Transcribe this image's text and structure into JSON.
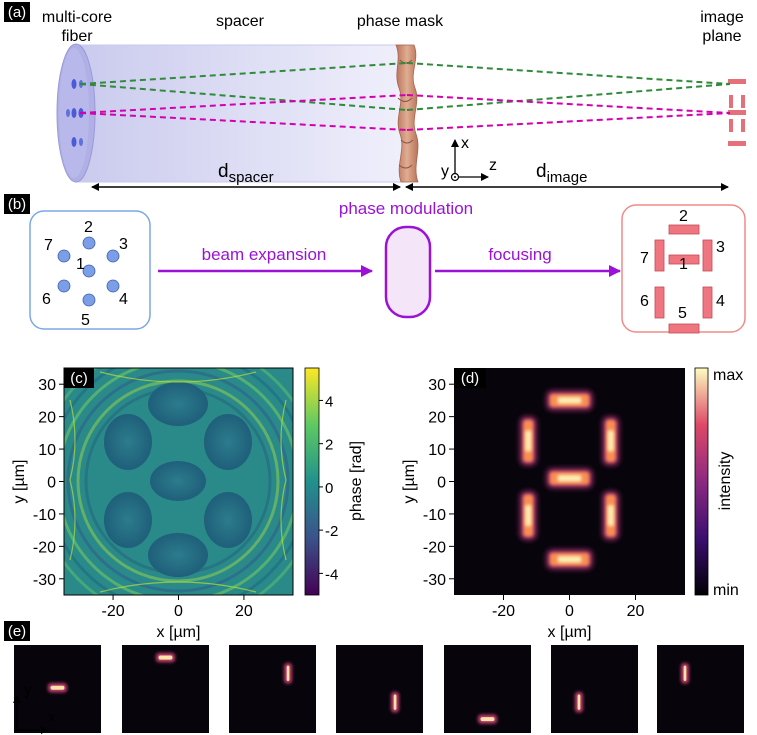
{
  "panels": {
    "a": {
      "tag": "(a)",
      "labels": {
        "fiber": [
          "multi-core",
          "fiber"
        ],
        "spacer": "spacer",
        "mask": "phase mask",
        "image_plane": [
          "image",
          "plane"
        ],
        "d_spacer": {
          "base": "d",
          "sub": "spacer"
        },
        "d_image": {
          "base": "d",
          "sub": "image"
        },
        "axis_x": "x",
        "axis_y": "y",
        "axis_z": "z"
      },
      "colors": {
        "beam_top": "#2e8b3a",
        "beam_mid": "#d400b0",
        "cylinder": "#c9c9ef",
        "core": "#4a5ad8",
        "mask": "#c48a70",
        "segment": "#e6707a"
      }
    },
    "b": {
      "tag": "(b)",
      "steps": [
        "beam expansion",
        "phase modulation",
        "focusing"
      ],
      "core_labels": [
        "1",
        "2",
        "3",
        "4",
        "5",
        "6",
        "7"
      ],
      "segment_labels": [
        "1",
        "2",
        "3",
        "4",
        "5",
        "6",
        "7"
      ],
      "colors": {
        "left_box": "#7aa8e6",
        "right_box": "#f08a8a",
        "arrow": "#9b12d6",
        "core": "#7b9ee6",
        "segment": "#ef7580"
      }
    },
    "c": {
      "tag": "(c)",
      "colorbar_label": "phase [rad]",
      "colorbar_ticks": [
        "4",
        "2",
        "0",
        "-2",
        "-4"
      ],
      "colormap": "viridis"
    },
    "d": {
      "tag": "(d)",
      "colorbar_label": "intensity",
      "colorbar_max": "max",
      "colorbar_min": "min",
      "colormap": "magma"
    },
    "e": {
      "tag": "(e)",
      "axis_x": "x",
      "axis_y": "y",
      "tiles": [
        "segment 1",
        "segment 2",
        "segment 3",
        "segment 4",
        "segment 5",
        "segment 6",
        "segment 7"
      ]
    }
  },
  "chart_data": [
    {
      "type": "heatmap",
      "panel": "c",
      "xlabel": "x [µm]",
      "ylabel": "y [µm]",
      "xlim": [
        -35,
        35
      ],
      "ylim": [
        -35,
        35
      ],
      "xticks": [
        -20,
        0,
        20
      ],
      "yticks": [
        30,
        20,
        10,
        0,
        -10,
        -20,
        -30
      ],
      "colorbar_label": "phase [rad]",
      "zlim": [
        -5,
        5.5
      ],
      "colorbar_ticks": [
        4,
        2,
        0,
        -2,
        -4
      ]
    },
    {
      "type": "heatmap",
      "panel": "d",
      "xlabel": "x [µm]",
      "ylabel": "y [µm]",
      "xlim": [
        -35,
        35
      ],
      "ylim": [
        -35,
        35
      ],
      "xticks": [
        -20,
        0,
        20
      ],
      "yticks": [
        30,
        20,
        10,
        0,
        -10,
        -20,
        -30
      ],
      "colorbar_label": "intensity",
      "colorbar_ticks": [
        "max",
        "min"
      ],
      "segments": [
        {
          "id": 2,
          "x": [
            -6,
            6
          ],
          "y": [
            23,
            27
          ]
        },
        {
          "id": 1,
          "x": [
            -6,
            6
          ],
          "y": [
            -1,
            3
          ]
        },
        {
          "id": 5,
          "x": [
            -6,
            6
          ],
          "y": [
            -26,
            -22
          ]
        },
        {
          "id": 7,
          "x": [
            -14,
            -11
          ],
          "y": [
            6,
            19
          ]
        },
        {
          "id": 3,
          "x": [
            11,
            14
          ],
          "y": [
            6,
            19
          ]
        },
        {
          "id": 6,
          "x": [
            -14,
            -11
          ],
          "y": [
            -17,
            -4
          ]
        },
        {
          "id": 4,
          "x": [
            11,
            14
          ],
          "y": [
            -17,
            -4
          ]
        }
      ]
    }
  ]
}
